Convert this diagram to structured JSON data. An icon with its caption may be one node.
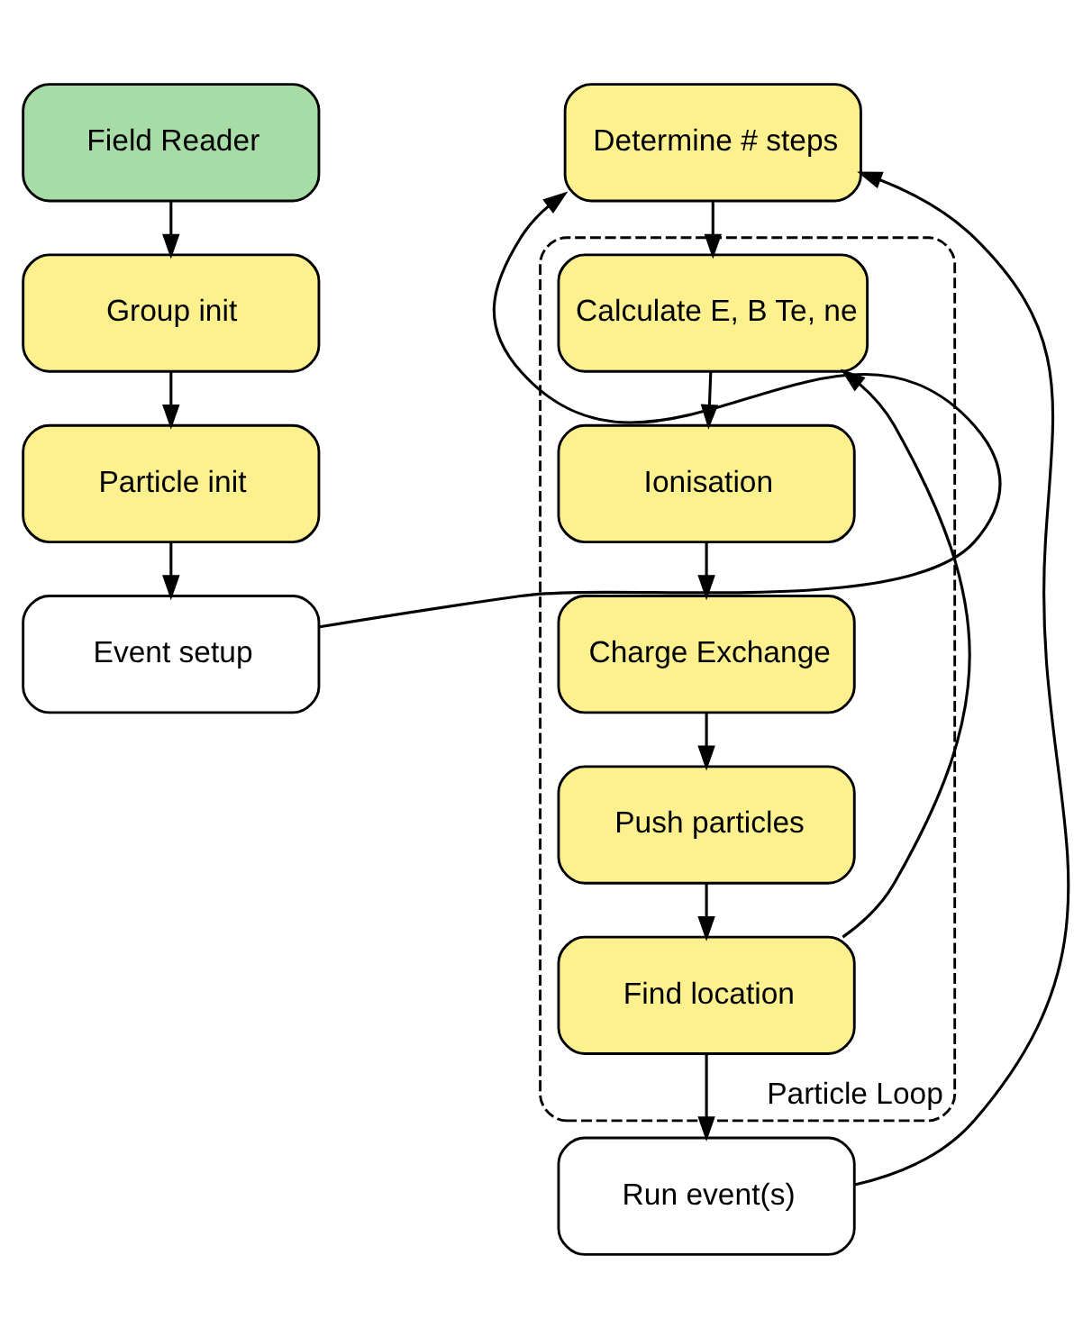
{
  "diagram": {
    "nodes": [
      {
        "text": [
          "Field Reader"
        ]
      },
      {
        "text": [
          "Group init"
        ]
      },
      {
        "text": [
          "Particle init"
        ]
      },
      {
        "text": [
          "Event setup"
        ]
      },
      {
        "text": [
          "Determine # steps"
        ]
      },
      {
        "text": [
          "Particle Loop"
        ]
      },
      {
        "text": [
          "Calculate E, B Te, ne"
        ],
        "in": 5
      },
      {
        "text": [
          "Ionisation"
        ],
        "in": 5
      },
      {
        "text": [
          "Charge Exchange"
        ],
        "in": 5
      },
      {
        "text": [
          "Push particles"
        ],
        "in": 5
      },
      {
        "text": [
          "Find location"
        ],
        "in": 5
      },
      {
        "text": [
          "Run event(s)"
        ]
      }
    ],
    "edges": [
      {
        "from": 0,
        "to": 1,
        "arrow": "to"
      },
      {
        "from": 1,
        "to": 2,
        "arrow": "to"
      },
      {
        "from": 2,
        "to": 3,
        "arrow": "to"
      },
      {
        "from": 3,
        "to": 4,
        "arrow": "to"
      },
      {
        "from": 4,
        "to": 6,
        "arrow": "to"
      },
      {
        "from": 6,
        "to": 7,
        "arrow": "to"
      },
      {
        "from": 7,
        "to": 8,
        "arrow": "to"
      },
      {
        "from": 8,
        "to": 9,
        "arrow": "to"
      },
      {
        "from": 9,
        "to": 10,
        "arrow": "to"
      },
      {
        "from": 10,
        "to": 6,
        "arrow": "to"
      },
      {
        "from": 10,
        "to": 11,
        "arrow": "to"
      },
      {
        "from": 11,
        "to": 4,
        "arrow": "to"
      }
    ]
  }
}
